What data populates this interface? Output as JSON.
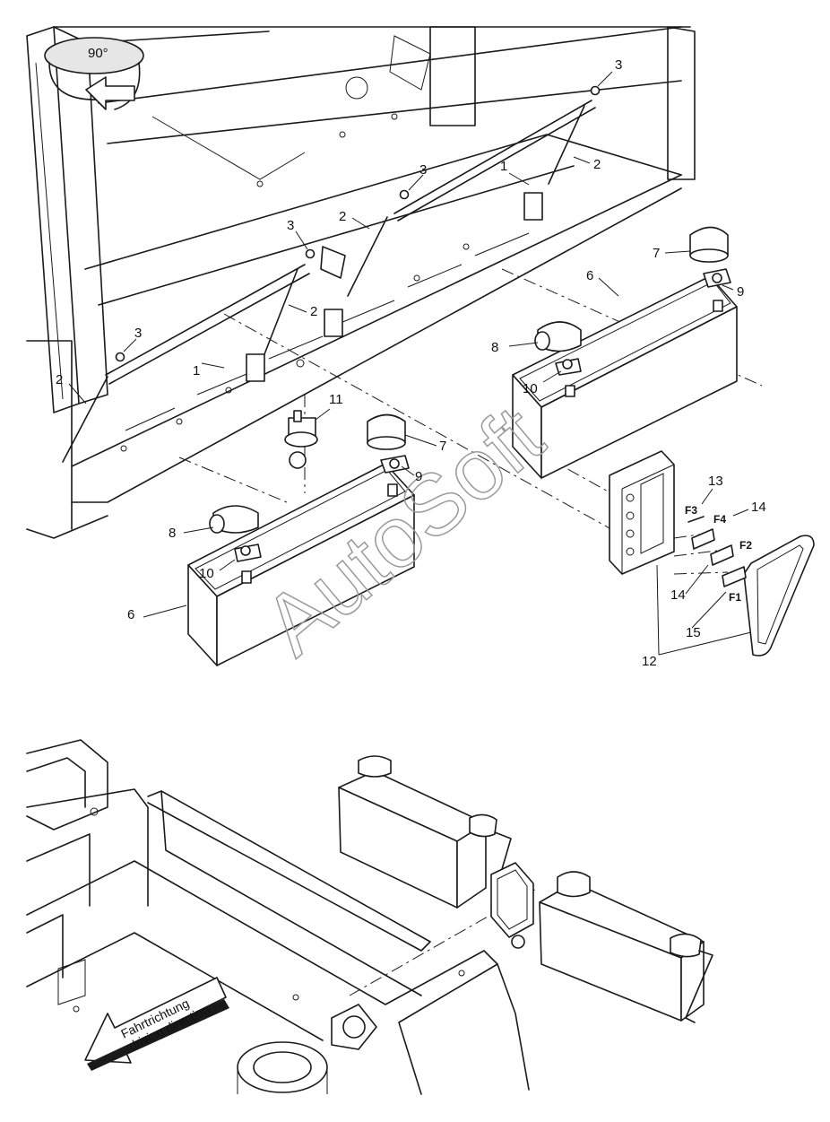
{
  "rotation": {
    "label": "90°"
  },
  "watermark": "AutoSoft",
  "callouts": {
    "c1a": "1",
    "c1b": "1",
    "c2a": "2",
    "c2b": "2",
    "c2c": "2",
    "c2d": "2",
    "c3a": "3",
    "c3b": "3",
    "c3c": "3",
    "c3d": "3",
    "c6a": "6",
    "c6b": "6",
    "c7a": "7",
    "c7b": "7",
    "c8a": "8",
    "c8b": "8",
    "c9a": "9",
    "c9b": "9",
    "c10a": "10",
    "c10b": "10",
    "c11": "11",
    "c12": "12",
    "c13": "13",
    "c14a": "14",
    "c14b": "14",
    "c15": "15"
  },
  "fuses": {
    "f1": "F1",
    "f2": "F2",
    "f3": "F3",
    "f4": "F4"
  },
  "direction": {
    "line1": "Fahrtrichtung",
    "line2": "driving direction"
  }
}
